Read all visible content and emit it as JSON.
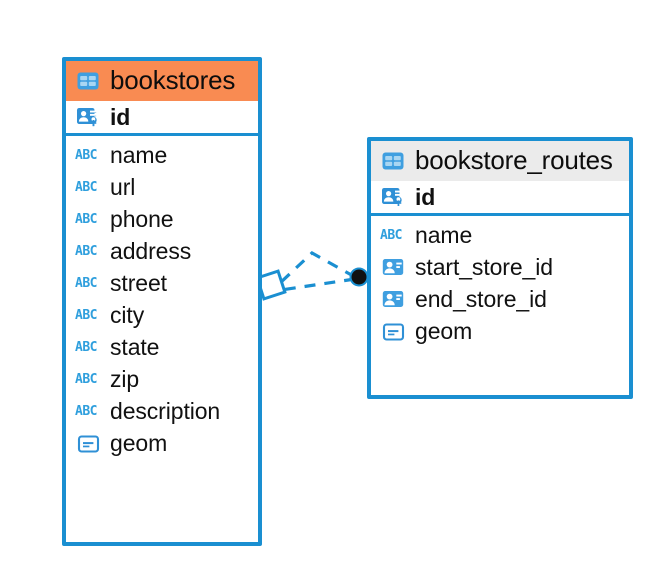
{
  "diagram": {
    "kind": "entity-relationship-diagram",
    "background": "#ffffff",
    "accent_color": "#1a8fd1",
    "header_accent_color": "#f98b52",
    "header_neutral_color": "#ebebeb",
    "icon_blue": "#3f9fe0",
    "connector_color": "#1a8fd1"
  },
  "tables": [
    {
      "id": "bookstores",
      "name": "bookstores",
      "header_style": "accent",
      "icon": "table-icon",
      "primary_key": {
        "label": "id",
        "icon": "primary-key-icon"
      },
      "fields": [
        {
          "label": "name",
          "icon": "abc-icon",
          "icon_text": "ABC"
        },
        {
          "label": "url",
          "icon": "abc-icon",
          "icon_text": "ABC"
        },
        {
          "label": "phone",
          "icon": "abc-icon",
          "icon_text": "ABC"
        },
        {
          "label": "address",
          "icon": "abc-icon",
          "icon_text": "ABC"
        },
        {
          "label": "street",
          "icon": "abc-icon",
          "icon_text": "ABC"
        },
        {
          "label": "city",
          "icon": "abc-icon",
          "icon_text": "ABC"
        },
        {
          "label": "state",
          "icon": "abc-icon",
          "icon_text": "ABC"
        },
        {
          "label": "zip",
          "icon": "abc-icon",
          "icon_text": "ABC"
        },
        {
          "label": "description",
          "icon": "abc-icon",
          "icon_text": "ABC"
        },
        {
          "label": "geom",
          "icon": "geometry-icon"
        }
      ]
    },
    {
      "id": "bookstore_routes",
      "name": "bookstore_routes",
      "header_style": "neutral",
      "icon": "table-icon",
      "primary_key": {
        "label": "id",
        "icon": "primary-key-icon"
      },
      "fields": [
        {
          "label": "name",
          "icon": "abc-icon",
          "icon_text": "ABC"
        },
        {
          "label": "start_store_id",
          "icon": "foreign-key-icon"
        },
        {
          "label": "end_store_id",
          "icon": "foreign-key-icon"
        },
        {
          "label": "geom",
          "icon": "geometry-icon"
        }
      ]
    }
  ],
  "relationship": {
    "name": "bookstores-to-bookstore_routes",
    "style": "dashed",
    "source_marker": "diamond",
    "target_marker": "filled-circle"
  }
}
